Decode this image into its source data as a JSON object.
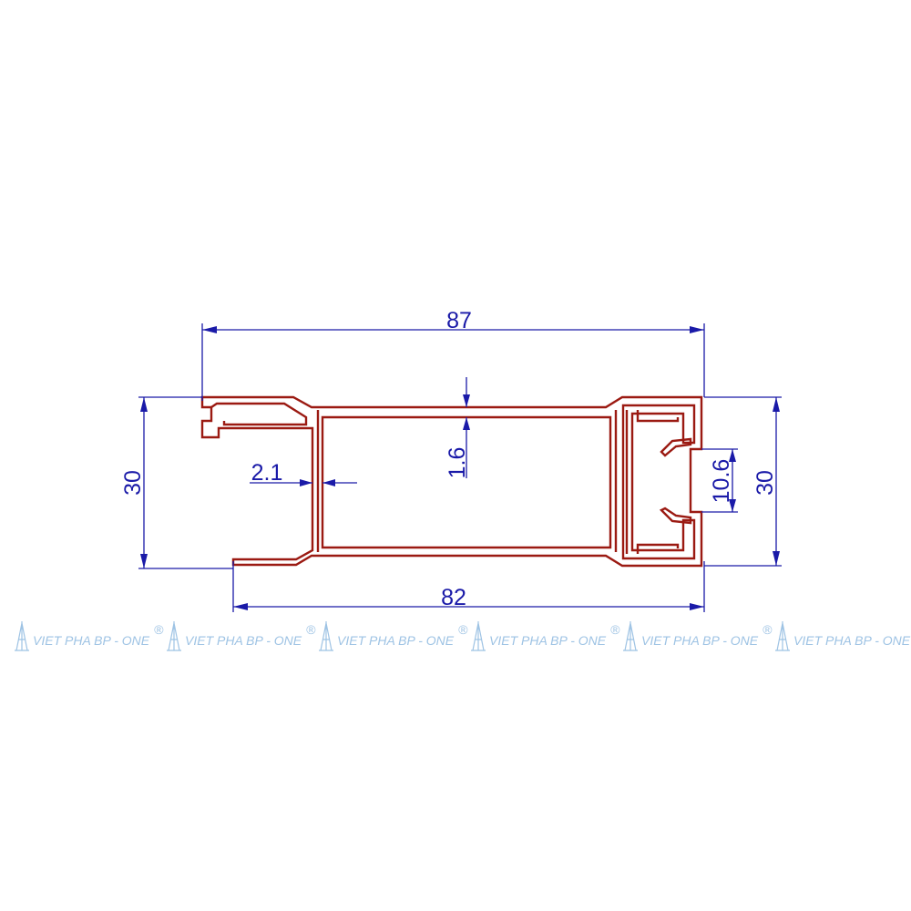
{
  "dimensions": {
    "overall_width": "87",
    "bottom_width": "82",
    "left_height": "30",
    "right_height": "30",
    "wall_thickness": "1.6",
    "web_thickness": "2.1",
    "slot_width": "10.6"
  },
  "watermark": {
    "text": "VIET PHA BP - ONE",
    "mark": "®",
    "repeat": 6,
    "color": "#9ec3e4"
  },
  "colors": {
    "profile_outline": "#9b1a12",
    "dimension": "#1a1aa8"
  }
}
